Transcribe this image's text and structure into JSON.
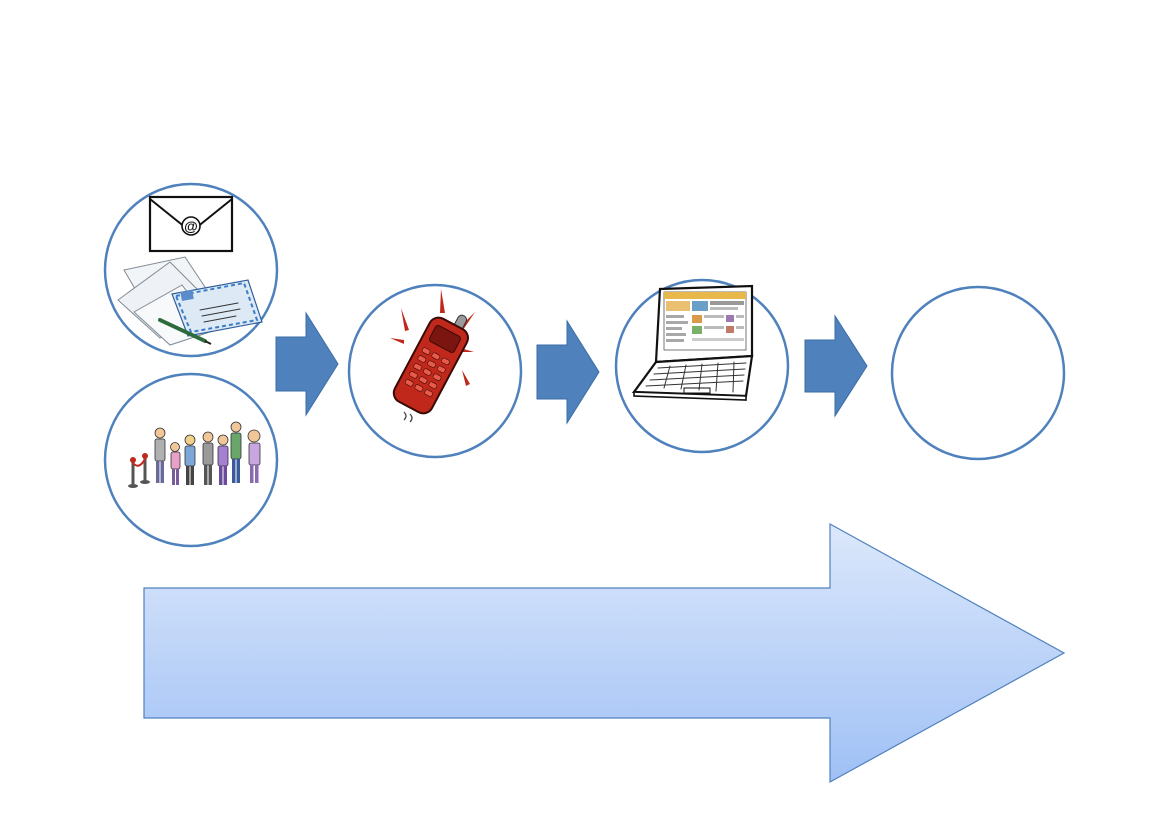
{
  "diagram": {
    "type": "process-flow",
    "nodes": [
      {
        "id": "mail",
        "icon": "mail-envelope-icon"
      },
      {
        "id": "queue",
        "icon": "people-queue-icon"
      },
      {
        "id": "phone",
        "icon": "mobile-phone-icon"
      },
      {
        "id": "laptop",
        "icon": "laptop-icon"
      },
      {
        "id": "empty",
        "icon": ""
      }
    ],
    "edges": [
      {
        "from": "mail",
        "to": "phone"
      },
      {
        "from": "queue",
        "to": "phone"
      },
      {
        "from": "phone",
        "to": "laptop"
      },
      {
        "from": "laptop",
        "to": "empty"
      }
    ],
    "colors": {
      "circle_stroke": "#4f81bd",
      "small_arrow_fill": "#4f81bd",
      "big_arrow_gradient_top": "#dce8fb",
      "big_arrow_gradient_bottom": "#9fc0f5",
      "phone_body": "#c0281c",
      "laptop_screen_accent": "#e8b84a"
    }
  }
}
